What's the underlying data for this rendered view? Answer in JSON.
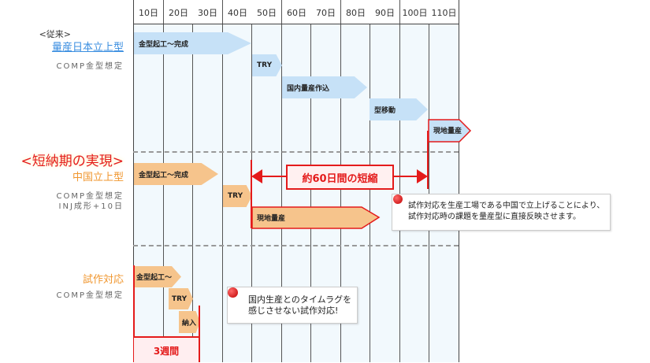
{
  "header": {
    "days": [
      "10日",
      "20日",
      "30日",
      "40日",
      "50日",
      "60日",
      "70日",
      "80日",
      "90日",
      "100日",
      "110日"
    ]
  },
  "sections": {
    "conventional": {
      "tag": "<従来>",
      "title": "量産日本立上型",
      "note": "COMP金型想定",
      "bars": [
        "金型起工〜完成",
        "TRY",
        "国内量産作込",
        "型移動",
        "現地量産"
      ]
    },
    "short": {
      "tag": "<短納期の実現>",
      "title": "中国立上型",
      "note1": "COMP金型想定",
      "note2": "INJ成形+10日",
      "bars": [
        "金型起工〜完成",
        "TRY",
        "現地量産"
      ],
      "reduction": "約60日間の短縮",
      "callout_line1": "試作対応を生産工場である中国で立上げることにより、",
      "callout_line2": "試作対応時の課題を量産型に直接反映させます。"
    },
    "trial": {
      "title": "試作対応",
      "note": "COMP金型想定",
      "bars": [
        "金型起工〜",
        "TRY",
        "納入"
      ],
      "duration": "3週間",
      "callout_line1": "国内生産とのタイムラグを",
      "callout_line2": "感じさせない試作対応!"
    }
  },
  "colors": {
    "blue": "#3a8ee0",
    "orange": "#f0962e",
    "red": "#e41b1b"
  }
}
